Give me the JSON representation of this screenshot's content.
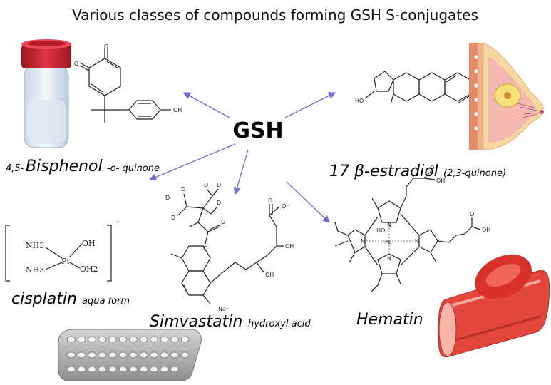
{
  "title": "Various classes of compounds forming GSH S-conjugates",
  "hub": "GSH",
  "compounds": {
    "bisphenol": {
      "prefix": "4,5-",
      "name": "Bisphenol",
      "suffix": "-o- quinone"
    },
    "estradiol": {
      "name": "17 β-estradiol",
      "suffix": "(2,3-quinone)"
    },
    "cisplatin": {
      "name": "cisplatin",
      "suffix": "aqua form"
    },
    "simvastatin": {
      "name": "Simvastatin",
      "suffix": "hydroxyl acid"
    },
    "hematin": {
      "name": "Hematin"
    }
  },
  "structure_labels": {
    "oh": "OH",
    "ho": "HO",
    "o": "O",
    "d": "D",
    "oh_acid": "OH",
    "o_minus": "O⁻",
    "na_plus": "Na⁺",
    "nh3": "NH3",
    "pt": "Pt",
    "oh2": "OH2",
    "charge_plus": "+",
    "n": "N",
    "fe": "Fe"
  },
  "colors": {
    "arrow": "#6f6fd6",
    "tube_cap": "#c8202e",
    "blood_cell": "#d8312a",
    "vessel": "#e3463a",
    "breast_skin": "#f4c79a",
    "pill_pack": "#a8a8a8"
  }
}
